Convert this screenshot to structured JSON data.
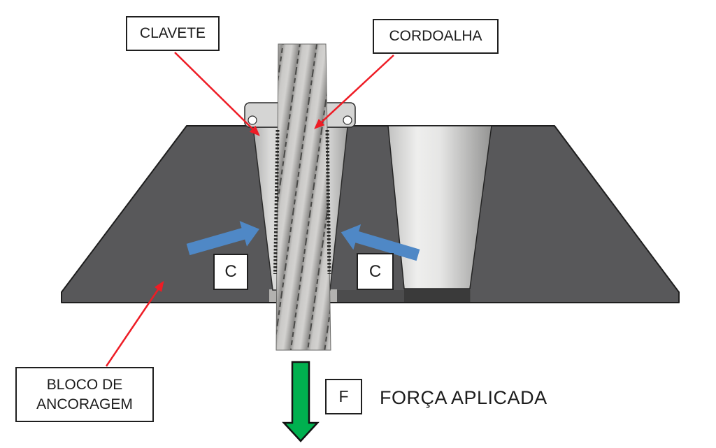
{
  "labels": {
    "clavete": "CLAVETE",
    "cordoalha": "CORDOALHA",
    "bloco_line1": "BLOCO DE",
    "bloco_line2": "ANCORAGEM",
    "compression_left": "C",
    "compression_right": "C",
    "force_symbol": "F",
    "forca_aplicada": "FORÇA APLICADA"
  },
  "icons": {
    "left_compression_arrow": "blue-arrow-pointing-right-at-wedge",
    "right_compression_arrow": "blue-arrow-pointing-left-at-wedge",
    "applied_force_arrow": "green-arrow-pointing-down",
    "leader_arrows": "red-leader-arrows-from-labels"
  },
  "colors": {
    "background": "#ffffff",
    "anchor_block": "#58585a",
    "block_outline": "#1e1e1e",
    "wedge_gray": "#d5d5d4",
    "cone_highlight": "#eeeeed",
    "cable_gray": "#b8b7b5",
    "hole_band_dark": "#3a3a3a",
    "compression_arrow_blue": "#4f88c6",
    "leader_arrow_red": "#ee1c25",
    "force_arrow_green": "#00b04f",
    "text": "#1c1c1c"
  }
}
